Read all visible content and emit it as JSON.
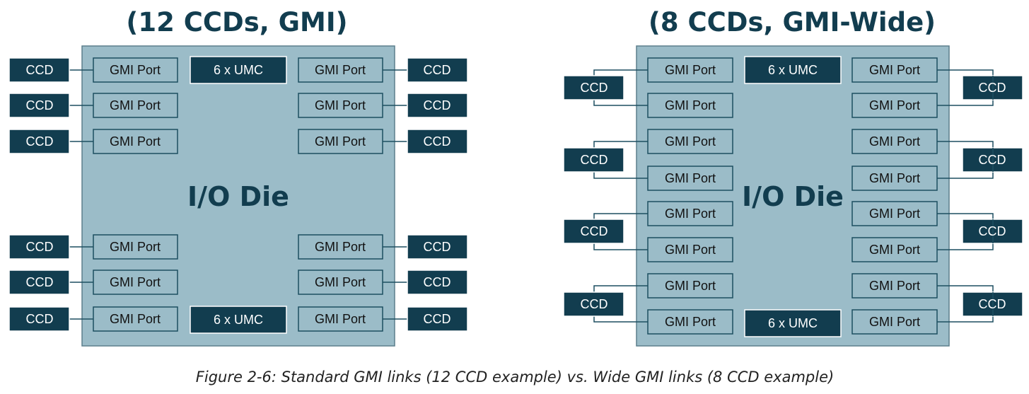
{
  "diagrams": [
    {
      "title": "(12 CCDs, GMI)",
      "die_label": "I/O Die",
      "umc_top": "6 x UMC",
      "umc_bottom": "6 x UMC",
      "port_label": "GMI Port",
      "ccd_label": "CCD"
    },
    {
      "title": "(8 CCDs, GMI-Wide)",
      "die_label": "I/O Die",
      "umc_top": "6 x UMC",
      "umc_bottom": "6 x UMC",
      "port_label": "GMI Port",
      "ccd_label": "CCD"
    }
  ],
  "caption": "Figure 2-6: Standard GMI links (12 CCD example) vs. Wide GMI links (8 CCD example)",
  "colors": {
    "die_fill": "#9bbcc8",
    "dark_box": "#123d4f",
    "title_text": "#123d4f"
  }
}
